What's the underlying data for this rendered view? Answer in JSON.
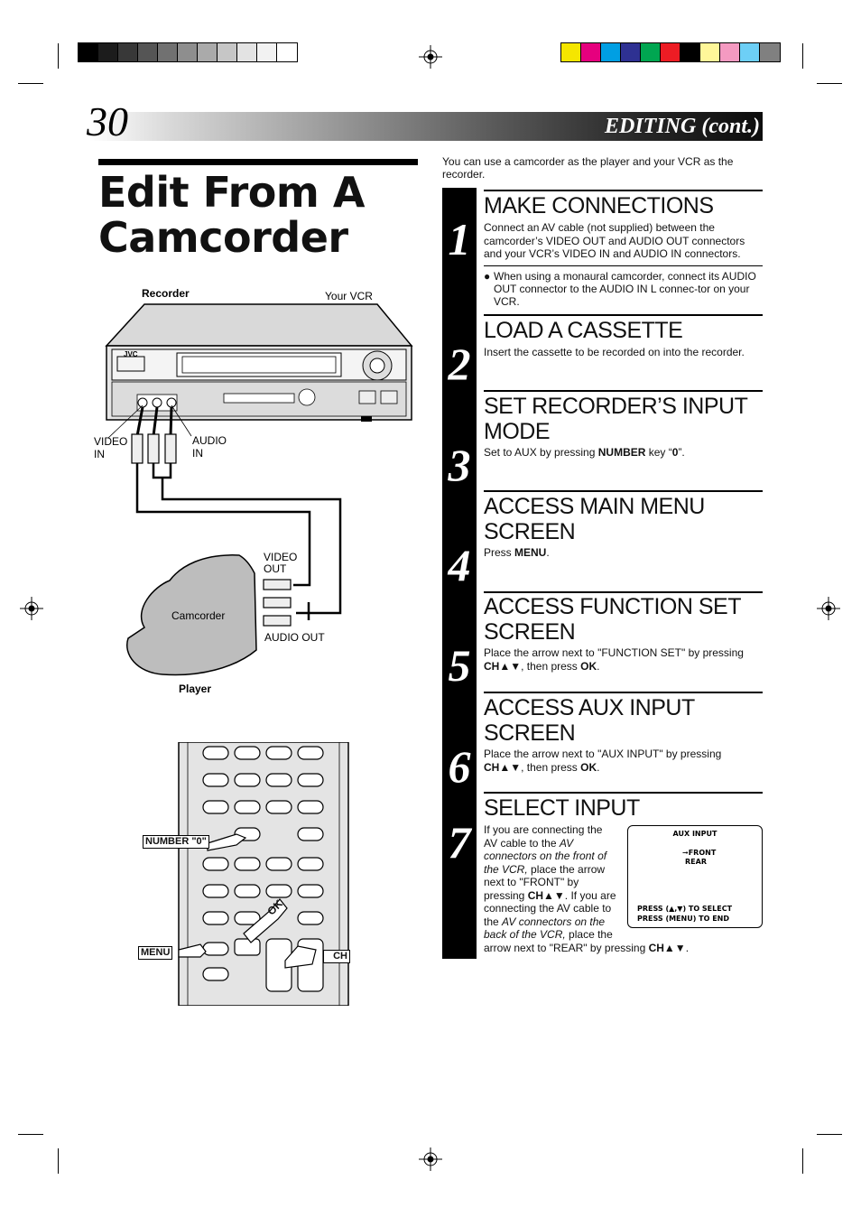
{
  "header": {
    "page_number": "30",
    "section": "EDITING (cont.)",
    "swatches_gray": [
      "#000000",
      "#1c1c1c",
      "#383838",
      "#555555",
      "#717171",
      "#8e8e8e",
      "#aaaaaa",
      "#c6c6c6",
      "#e3e3e3",
      "#f2f2f2",
      "#ffffff"
    ],
    "swatches_color": [
      "#f5e600",
      "#e6007e",
      "#009fe3",
      "#2e3192",
      "#00a651",
      "#ed1c24",
      "#000000",
      "#fff799",
      "#f49ac1",
      "#6dcff6",
      "#808080"
    ]
  },
  "title": "Edit From A Camcorder",
  "intro": "You can use a camcorder as the player and your VCR as the recorder.",
  "diagram": {
    "recorder_label": "Recorder",
    "vcr_label": "Your VCR",
    "brand": "JVC",
    "video_in": "VIDEO IN",
    "audio_in": "AUDIO IN",
    "video_out": "VIDEO OUT",
    "audio_out": "AUDIO OUT",
    "camcorder_label": "Camcorder",
    "player_label": "Player"
  },
  "remote": {
    "number_label": "NUMBER \"0\"",
    "menu_label": "MENU",
    "ch_label": "CH",
    "ok_label": "OK"
  },
  "steps": [
    {
      "num": "1",
      "title": "MAKE CONNECTIONS",
      "body": "Connect an AV cable (not supplied) between the camcorder’s VIDEO OUT and AUDIO OUT connectors and your VCR’s VIDEO IN and AUDIO IN connectors.",
      "note": "When using a monaural camcorder, connect its AUDIO OUT connector to the AUDIO IN L connec-tor on your VCR."
    },
    {
      "num": "2",
      "title": "LOAD A CASSETTE",
      "body": "Insert the cassette to be recorded on into the recorder."
    },
    {
      "num": "3",
      "title": "SET RECORDER’S INPUT MODE",
      "body_pre": "Set to AUX by pressing ",
      "body_key": "NUMBER",
      "body_mid": " key “",
      "body_key2": "0",
      "body_post": "”."
    },
    {
      "num": "4",
      "title": "ACCESS MAIN MENU SCREEN",
      "body_pre": "Press ",
      "body_key": "MENU",
      "body_post": "."
    },
    {
      "num": "5",
      "title": "ACCESS FUNCTION SET SCREEN",
      "body_pre": "Place the arrow next to \"FUNCTION SET\" by pressing ",
      "body_key": "CH▲▼",
      "body_mid": ", then press ",
      "body_key2": "OK",
      "body_post": "."
    },
    {
      "num": "6",
      "title": "ACCESS AUX INPUT SCREEN",
      "body_pre": "Place the arrow next to \"AUX INPUT\" by pressing ",
      "body_key": "CH▲▼",
      "body_mid": ", then press ",
      "body_key2": "OK",
      "body_post": "."
    },
    {
      "num": "7",
      "title": "SELECT INPUT"
    }
  ],
  "step7": {
    "l1": "If you are connecting the",
    "l2a": "AV cable to the ",
    "l2b": "AV",
    "l3": "connectors on the front of",
    "l4a": "the VCR,",
    "l4b": " place the arrow",
    "l5": "next to \"FRONT\" by",
    "l6a": "pressing ",
    "l6b": "CH▲▼",
    "l6c": ". If you are",
    "l7": "connecting the AV cable to",
    "l8a": "the ",
    "l8b": "AV connectors on the",
    "l9a": "back of the VCR,",
    "l9b": " place the",
    "l10a": "arrow next to \"REAR\" by pressing ",
    "l10b": "CH▲▼",
    "l10c": "."
  },
  "osd": {
    "title": "AUX INPUT",
    "front": "➞FRONT",
    "rear": "REAR",
    "line1": "PRESS (▲,▼) TO SELECT",
    "line2": "PRESS (MENU) TO END"
  }
}
